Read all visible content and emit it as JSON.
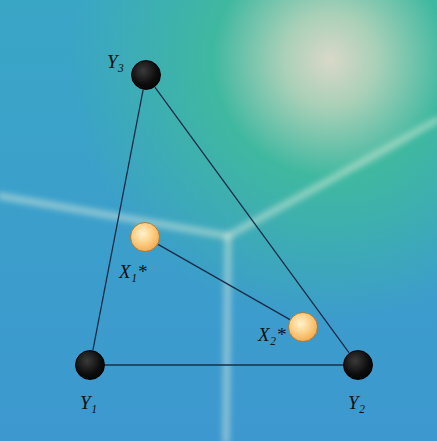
{
  "diagram": {
    "nodes": [
      {
        "text": [
          "Y₃"
        ]
      },
      {
        "text": [
          "X₁*"
        ]
      },
      {
        "text": [
          "X₂*"
        ]
      },
      {
        "text": [
          "Y₁"
        ]
      },
      {
        "text": [
          "Y₂"
        ]
      }
    ],
    "edges": [
      {
        "from": 3,
        "to": 4,
        "arrow": "none"
      },
      {
        "from": 4,
        "to": 0,
        "arrow": "none"
      },
      {
        "from": 0,
        "to": 3,
        "arrow": "none"
      },
      {
        "from": 1,
        "to": 2,
        "arrow": "none"
      }
    ]
  }
}
